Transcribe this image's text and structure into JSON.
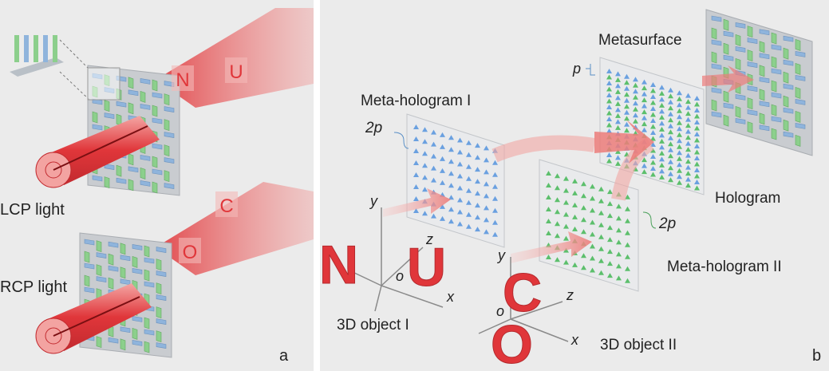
{
  "panel_a": {
    "label": "a",
    "lcp_label": "LCP light",
    "rcp_label": "RCP light",
    "top_beam_letters": [
      "N",
      "U"
    ],
    "bottom_beam_letters": [
      "C",
      "O"
    ]
  },
  "panel_b": {
    "label": "b",
    "metasurface_label": "Metasurface",
    "pitch_label": "p",
    "meta_hologram_1": "Meta-hologram I",
    "meta_hologram_2": "Meta-hologram II",
    "pitch_2p_label_1": "2p",
    "pitch_2p_label_2": "2p",
    "hologram_label": "Hologram",
    "object_1_label": "3D object I",
    "object_2_label": "3D object II",
    "object_1_letters": [
      "N",
      "U"
    ],
    "object_2_letters": [
      "C",
      "O"
    ],
    "axes_1": {
      "x": "x",
      "y": "y",
      "z": "z",
      "o": "o"
    },
    "axes_2": {
      "x": "x",
      "y": "y",
      "z": "z",
      "o": "o"
    }
  },
  "colors": {
    "panel_bg": "#ebebeb",
    "beam_red": "#e0363a",
    "pillar_blue": "#8fb4dc",
    "pillar_green": "#8ccf8c",
    "plate_gray": "#c9ccd0",
    "triangle_blue": "#6aa0e0",
    "triangle_green": "#5cbf6c"
  }
}
